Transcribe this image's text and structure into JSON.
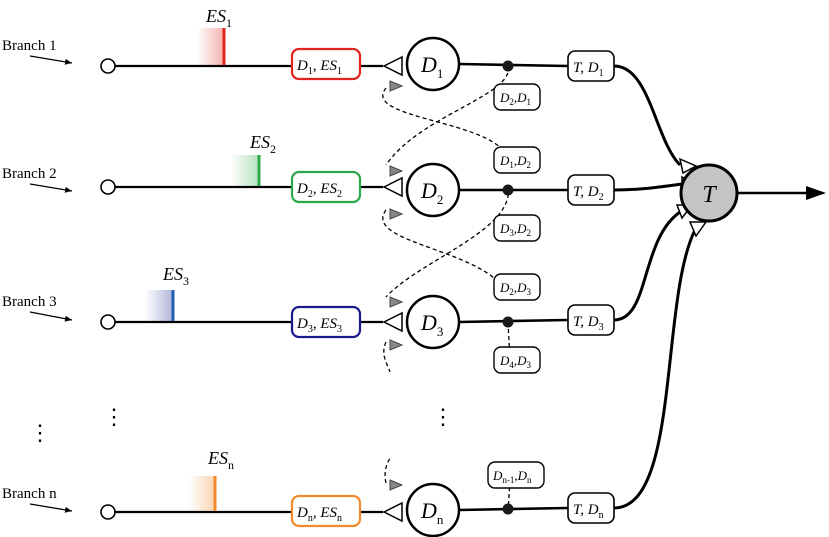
{
  "branches": [
    {
      "label": "Branch 1",
      "es": "ES",
      "es_sub": "1",
      "d": "D",
      "d_sub": "1",
      "color": "#e0241b"
    },
    {
      "label": "Branch 2",
      "es": "ES",
      "es_sub": "2",
      "d": "D",
      "d_sub": "2",
      "color": "#2aa84a"
    },
    {
      "label": "Branch 3",
      "es": "ES",
      "es_sub": "3",
      "d": "D",
      "d_sub": "3",
      "color": "#1f5fb0"
    },
    {
      "label": "Branch n",
      "es": "ES",
      "es_sub": "n",
      "d": "D",
      "d_sub": "n",
      "color": "#f08a2a"
    }
  ],
  "box_comma": ", ",
  "t_prefix": "T, ",
  "target": "T",
  "ellipsis": "⋮",
  "cross": [
    {
      "a": "D",
      "a_sub": "2",
      "b": "D",
      "b_sub": "1"
    },
    {
      "a": "D",
      "a_sub": "1",
      "b": "D",
      "b_sub": "2"
    },
    {
      "a": "D",
      "a_sub": "3",
      "b": "D",
      "b_sub": "2"
    },
    {
      "a": "D",
      "a_sub": "2",
      "b": "D",
      "b_sub": "3"
    },
    {
      "a": "D",
      "a_sub": "4",
      "b": "D",
      "b_sub": "3"
    },
    {
      "a": "D",
      "a_sub": "n-1",
      "b": "D",
      "b_sub": "n"
    }
  ]
}
